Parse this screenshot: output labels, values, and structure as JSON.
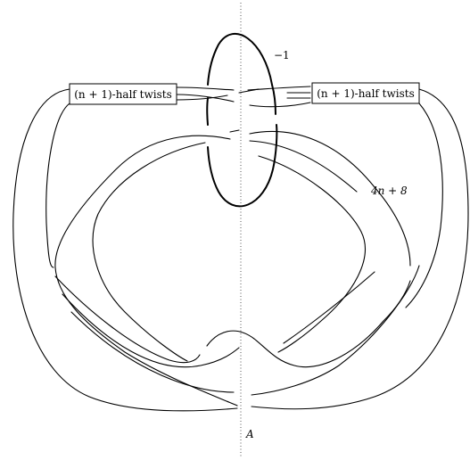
{
  "diagram": {
    "box_left_label": "(n + 1)-half twists",
    "box_right_label": "(n + 1)-half twists",
    "framing_label": "−1",
    "strand_label": "4n + 8",
    "axis_label": "A"
  },
  "colors": {
    "ink": "#000000",
    "axis": "#555555",
    "background": "#ffffff"
  }
}
